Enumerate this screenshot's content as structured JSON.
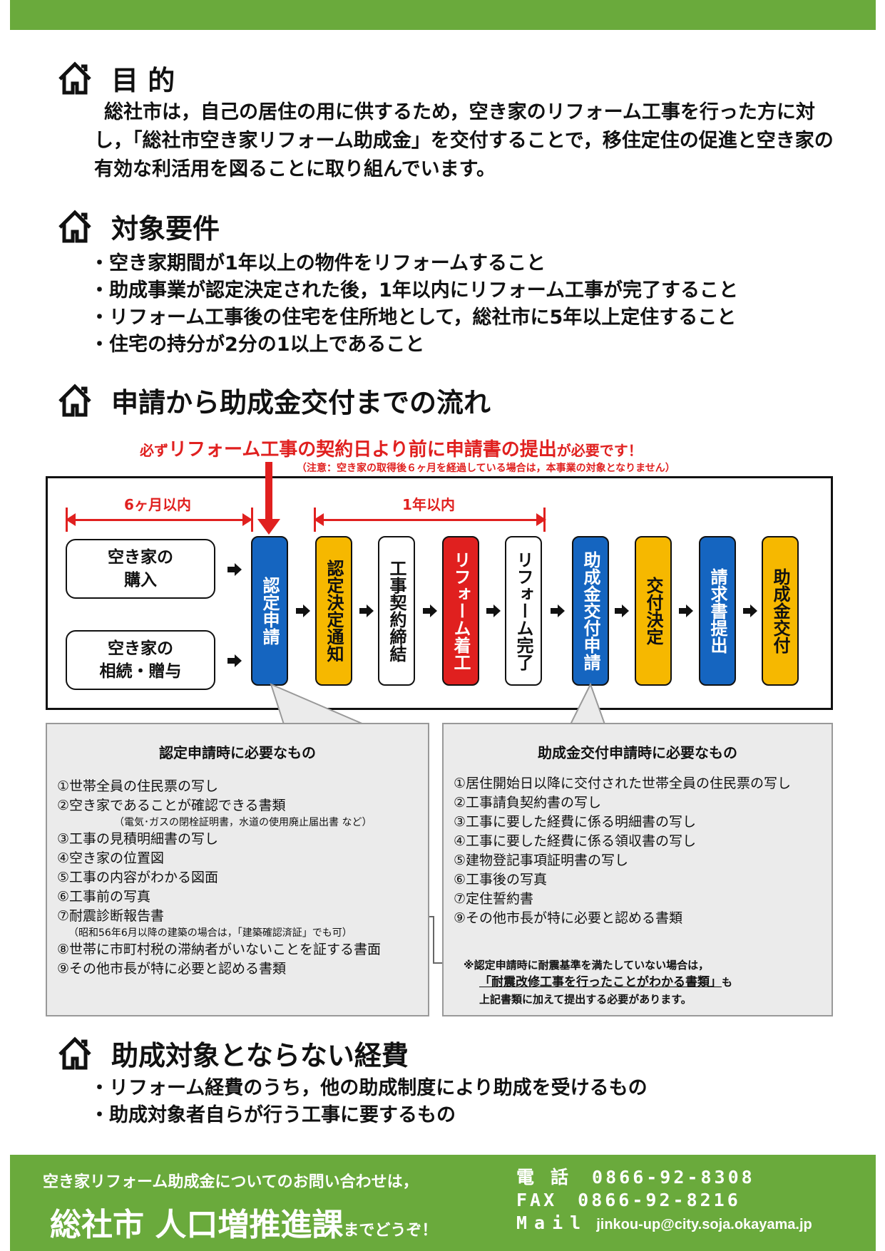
{
  "section_purpose": {
    "title": "目 的",
    "text": "総社市は，自己の居住の用に供するため，空き家のリフォーム工事を行った方に対し，「総社市空き家リフォーム助成金」を交付することで，移住定住の促進と空き家の有効な利活用を図ることに取り組んでいます。"
  },
  "section_requirements": {
    "title": "対象要件",
    "items": [
      "空き家期間が1年以上の物件をリフォームすること",
      "助成事業が認定決定された後，1年以内にリフォーム工事が完了すること",
      "リフォーム工事後の住宅を住所地として，総社市に5年以上定住すること",
      "住宅の持分が2分の1以上であること"
    ]
  },
  "section_flow": {
    "title": "申請から助成金交付までの流れ",
    "notice_pre": "必ず",
    "notice_big": "リフォーム工事の契約日より前に申請書の提出",
    "notice_post": "が必要です！",
    "note": "（注意：空き家の取得後６ヶ月を経過している場合は，本事業の対象となりません）",
    "range1": "6ヶ月以内",
    "range2": "1年以内",
    "pre_steps": [
      "空き家の\n購入",
      "空き家の\n相続・贈与"
    ],
    "steps": [
      {
        "label": "認定申請",
        "color": "blue"
      },
      {
        "label": "認定決定通知",
        "color": "yellow"
      },
      {
        "label": "工事契約締結",
        "color": "white"
      },
      {
        "label": "リフォーム着工",
        "color": "red"
      },
      {
        "label": "リフォーム完了",
        "color": "white"
      },
      {
        "label": "助成金交付申請",
        "color": "blue"
      },
      {
        "label": "交付決定",
        "color": "yellow"
      },
      {
        "label": "請求書提出",
        "color": "blue"
      },
      {
        "label": "助成金交付",
        "color": "yellow"
      }
    ]
  },
  "panel_left": {
    "title": "認定申請時に必要なもの",
    "items": [
      "①世帯全員の住民票の写し",
      "②空き家であることが確認できる書類",
      "（電気･ガスの閉栓証明書，水道の使用廃止届出書 など）",
      "③工事の見積明細書の写し",
      "④空き家の位置図",
      "⑤工事の内容がわかる図面",
      "⑥工事前の写真",
      "⑦耐震診断報告書",
      "（昭和56年6月以降の建築の場合は，「建築確認済証」でも可）",
      "⑧世帯に市町村税の滞納者がいないことを証する書面",
      "⑨その他市長が特に必要と認める書類"
    ]
  },
  "panel_right": {
    "title": "助成金交付申請時に必要なもの",
    "items": [
      "①居住開始日以降に交付された世帯全員の住民票の写し",
      "②工事請負契約書の写し",
      "③工事に要した経費に係る明細書の写し",
      "④工事に要した経費に係る領収書の写し",
      "⑤建物登記事項証明書の写し",
      "⑥工事後の写真",
      "⑦定住誓約書",
      "⑨その他市長が特に必要と認める書類"
    ],
    "note_line1": "※認定申請時に耐震基準を満たしていない場合は，",
    "note_line2": "「耐震改修工事を行ったことがわかる書類」",
    "note_line2_suffix": "も",
    "note_line3": "上記書類に加えて提出する必要があります。"
  },
  "section_excluded": {
    "title": "助成対象とならない経費",
    "items": [
      "リフォーム経費のうち，他の助成制度により助成を受けるもの",
      "助成対象者自らが行う工事に要するもの"
    ]
  },
  "footer": {
    "question": "空き家リフォーム助成金についてのお問い合わせは，",
    "dept": "総社市 人口増推進課",
    "dept_suffix": "までどうぞ！",
    "tel": "電 話　0866-92-8308",
    "fax": "FAX　0866-92-8216",
    "mail_label": "Mail",
    "mail": "jinkou-up@city.soja.okayama.jp"
  },
  "colors": {
    "green": "#6aaa3c",
    "red": "#e0201f",
    "blue": "#1565c0",
    "yellow": "#f6b800"
  }
}
